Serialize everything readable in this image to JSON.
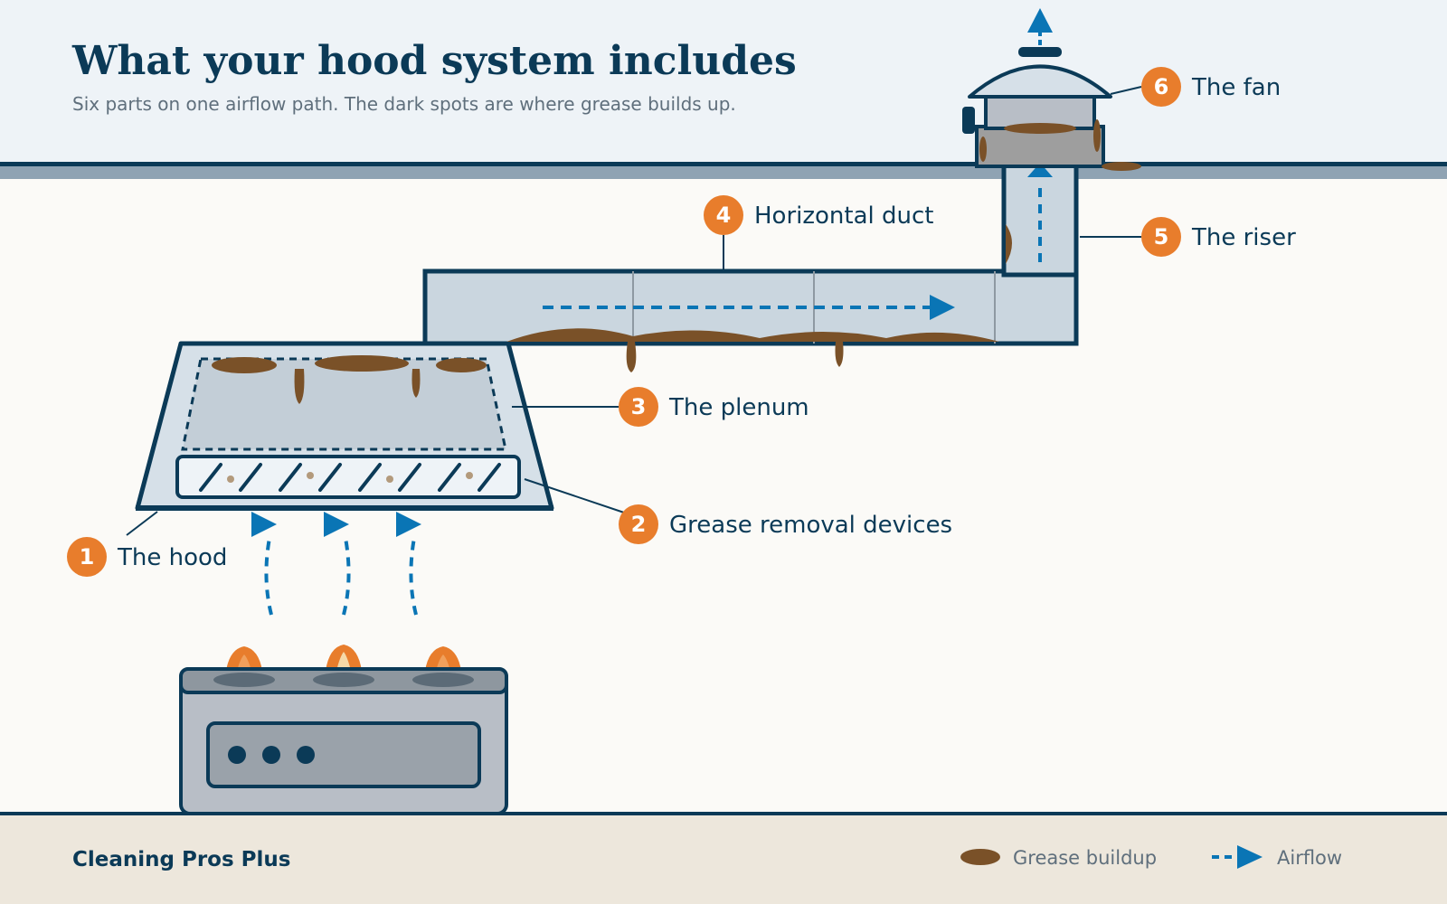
{
  "header": {
    "title": "What your hood system includes",
    "subtitle": "Six parts on one airflow path. The dark spots are where grease builds up."
  },
  "components": [
    {
      "number": "1",
      "label": "The hood"
    },
    {
      "number": "2",
      "label": "Grease removal devices"
    },
    {
      "number": "3",
      "label": "The plenum"
    },
    {
      "number": "4",
      "label": "Horizontal duct"
    },
    {
      "number": "5",
      "label": "The riser"
    },
    {
      "number": "6",
      "label": "The fan"
    }
  ],
  "footer": {
    "brand": "Cleaning Pros Plus",
    "legend": {
      "grease_label": "Grease buildup",
      "airflow_label": "Airflow"
    }
  },
  "colors": {
    "navy": "#0b3a57",
    "accent_orange": "#e87d2c",
    "airflow_blue": "#0a75b5",
    "grease_brown": "#7a5128",
    "header_bg": "#eef3f7",
    "body_bg": "#fbfaf7",
    "footer_bg": "#ede7dc"
  },
  "icons": [
    "flame-icon",
    "fan-icon",
    "grease-spot-icon",
    "airflow-arrow-icon"
  ]
}
